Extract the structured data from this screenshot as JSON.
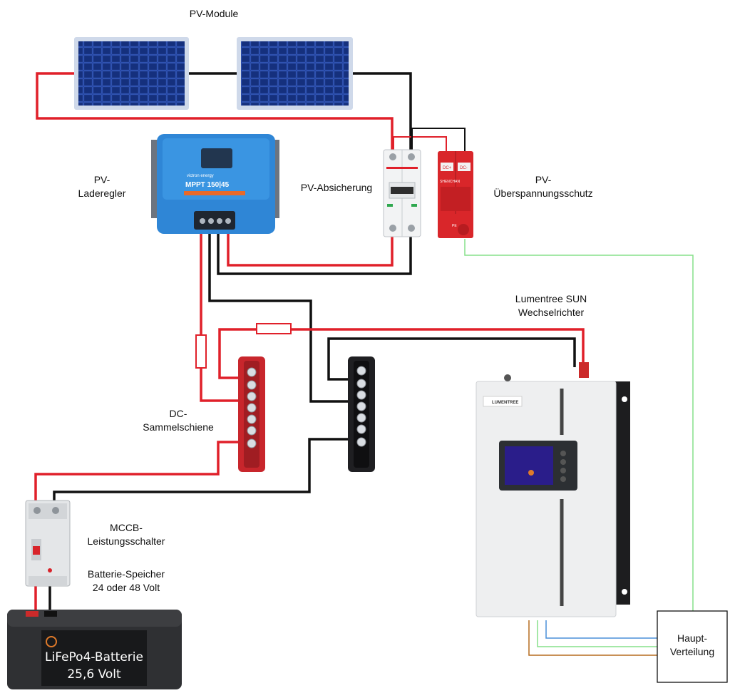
{
  "labels": {
    "pv_module": "PV-Module",
    "charge_controller": [
      "PV-",
      "Laderegler"
    ],
    "pv_fuse": "PV-Absicherung",
    "surge": [
      "PV-",
      "Überspannungsschutz"
    ],
    "inverter": [
      "Lumentree SUN",
      "Wechselrichter"
    ],
    "busbar": [
      "DC-",
      "Sammelschiene"
    ],
    "mccb": [
      "MCCB-",
      "Leistungsschalter"
    ],
    "battery_storage": [
      "Batterie-Speicher",
      "24 oder 48 Volt"
    ],
    "battery": [
      "LiFePo4-Batterie",
      "25,6 Volt"
    ],
    "main_distribution": [
      "Haupt-",
      "Verteilung"
    ]
  },
  "device_text": {
    "mppt": "MPPT 150|45",
    "brand_victron": "victron energy",
    "brand_lumentree": "LUMENTREE",
    "spd_brand": "SHENCHAN",
    "spd_dcplus": "DC+",
    "spd_dcminus": "DC-",
    "spd_pe": "PE"
  },
  "colors": {
    "positive": "#e0202a",
    "negative": "#111111",
    "earth": "#86e08a",
    "neutral": "#4a8fd8",
    "line": "#b56b1f"
  }
}
